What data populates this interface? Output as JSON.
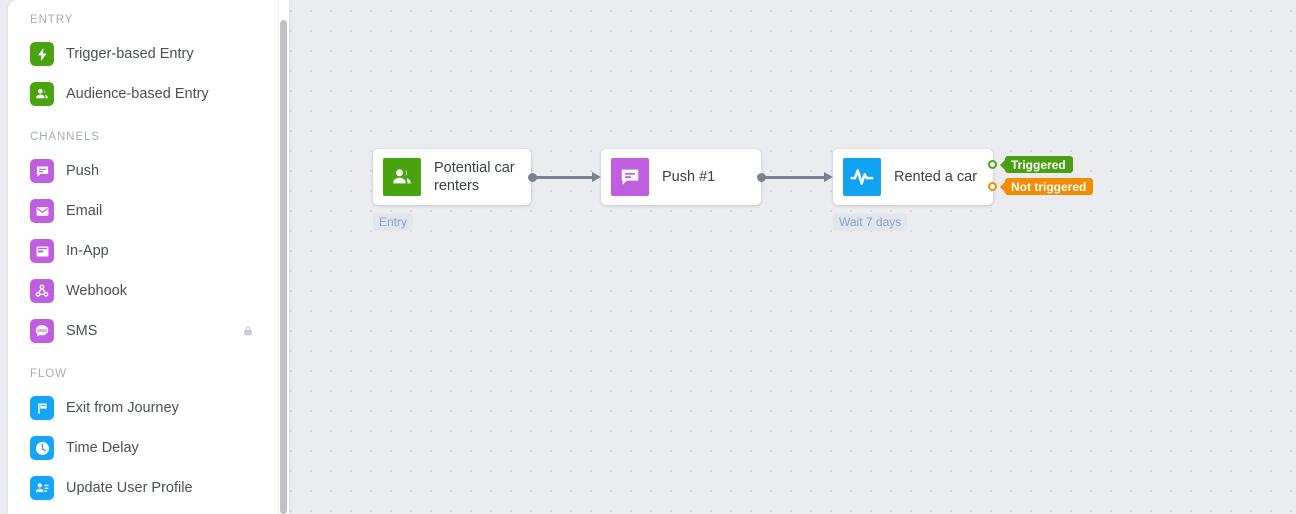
{
  "sidebar": {
    "sections": [
      {
        "title": "ENTRY",
        "items": [
          {
            "label": "Trigger-based Entry",
            "icon": "lightning-icon",
            "color": "green",
            "locked": false
          },
          {
            "label": "Audience-based Entry",
            "icon": "people-icon",
            "color": "green",
            "locked": false
          }
        ]
      },
      {
        "title": "CHANNELS",
        "items": [
          {
            "label": "Push",
            "icon": "push-message-icon",
            "color": "purple",
            "locked": false
          },
          {
            "label": "Email",
            "icon": "envelope-icon",
            "color": "purple",
            "locked": false
          },
          {
            "label": "In-App",
            "icon": "in-app-icon",
            "color": "purple",
            "locked": false
          },
          {
            "label": "Webhook",
            "icon": "webhook-icon",
            "color": "purple",
            "locked": false
          },
          {
            "label": "SMS",
            "icon": "sms-bubble-icon",
            "color": "purple",
            "locked": true
          }
        ]
      },
      {
        "title": "FLOW",
        "items": [
          {
            "label": "Exit from Journey",
            "icon": "flag-icon",
            "color": "blue",
            "locked": false
          },
          {
            "label": "Time Delay",
            "icon": "clock-icon",
            "color": "blue",
            "locked": false
          },
          {
            "label": "Update User Profile",
            "icon": "user-card-icon",
            "color": "blue",
            "locked": false
          }
        ]
      }
    ]
  },
  "canvas": {
    "nodes": [
      {
        "title": "Potential car renters",
        "icon": "people-icon",
        "color": "green",
        "tag": "Entry"
      },
      {
        "title": "Push #1",
        "icon": "push-message-icon",
        "color": "purple",
        "tag": ""
      },
      {
        "title": "Rented a car",
        "icon": "activity-icon",
        "color": "blue",
        "tag": "Wait 7 days"
      }
    ],
    "outcomes": [
      {
        "label": "Triggered",
        "color": "#4a9e12"
      },
      {
        "label": "Not triggered",
        "color": "#f28c00"
      }
    ]
  },
  "colors": {
    "green": "#4aa310",
    "purple": "#bf5fe0",
    "blue": "#15a5f5",
    "canvas_bg": "#eaecf0",
    "triggered": "#4a9e12",
    "not_triggered": "#f28c00"
  }
}
